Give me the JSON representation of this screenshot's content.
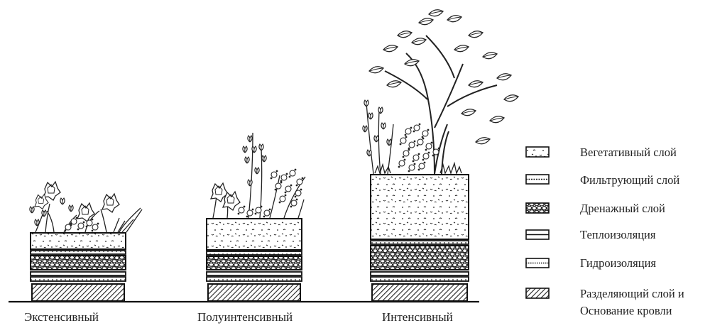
{
  "stacks": [
    {
      "id": "extensive",
      "label": "Экстенсивный"
    },
    {
      "id": "semi-intensive",
      "label": "Полуинтенсивный"
    },
    {
      "id": "intensive",
      "label": "Интенсивный"
    }
  ],
  "legend": [
    {
      "id": "vegetative",
      "label": "Вегетативный слой"
    },
    {
      "id": "filter",
      "label": "Фильтрующий слой"
    },
    {
      "id": "drainage",
      "label": "Дренажный слой"
    },
    {
      "id": "insulation",
      "label": "Теплоизоляция"
    },
    {
      "id": "waterproofing",
      "label": "Гидроизоляция"
    },
    {
      "id": "separating-line1",
      "label": "Разделяющий слой и"
    },
    {
      "id": "separating-line2",
      "label": "Основание кровли"
    }
  ]
}
